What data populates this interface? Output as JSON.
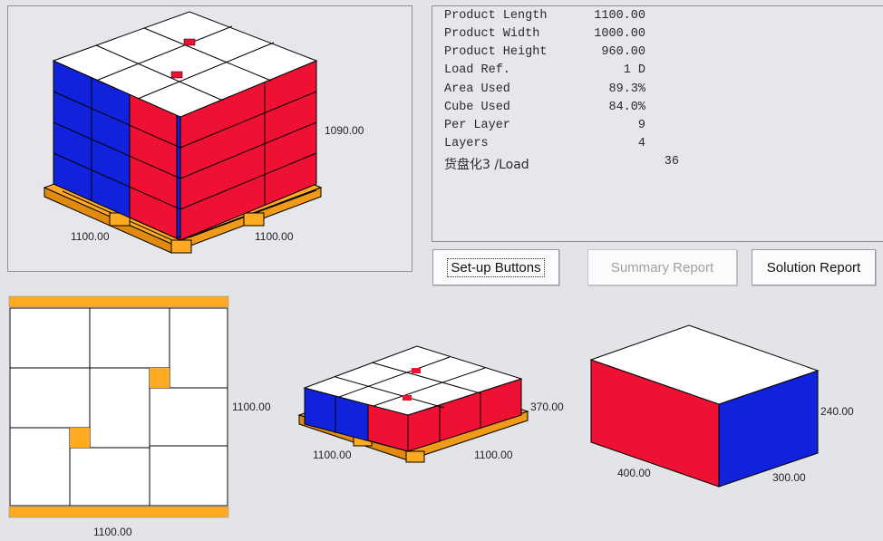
{
  "stats": [
    {
      "label": "Product Length",
      "value": "1100.00"
    },
    {
      "label": "Product Width",
      "value": "1000.00"
    },
    {
      "label": "Product Height",
      "value": "960.00"
    },
    {
      "label": "Load Ref.",
      "value": "1 D"
    },
    {
      "label": "Area Used",
      "value": "89.3%"
    },
    {
      "label": "Cube Used",
      "value": "84.0%"
    },
    {
      "label": "Per Layer",
      "value": "9"
    },
    {
      "label": "Layers",
      "value": "4"
    },
    {
      "label": "货盘化3 /Load",
      "value": "36"
    }
  ],
  "buttons": {
    "setup": "Set-up Buttons",
    "summary": "Summary Report",
    "solution": "Solution Report"
  },
  "pallet_view": {
    "height_label": "1090.00",
    "length_label": "1100.00",
    "width_label": "1100.00"
  },
  "layout_view": {
    "side_label": "1100.00",
    "bottom_label": "1100.00"
  },
  "layer_view": {
    "height_label": "370.00",
    "length_label": "1100.00",
    "width_label": "1100.00"
  },
  "case_view": {
    "height_label": "240.00",
    "length_label": "400.00",
    "width_label": "300.00"
  },
  "colors": {
    "red": "#ee1133",
    "blue": "#1122dd",
    "orange": "#ffaa22",
    "white": "#ffffff"
  },
  "icons": [
    "pallet-3d-icon",
    "layer-layout-icon",
    "layer-3d-icon",
    "case-3d-icon"
  ]
}
